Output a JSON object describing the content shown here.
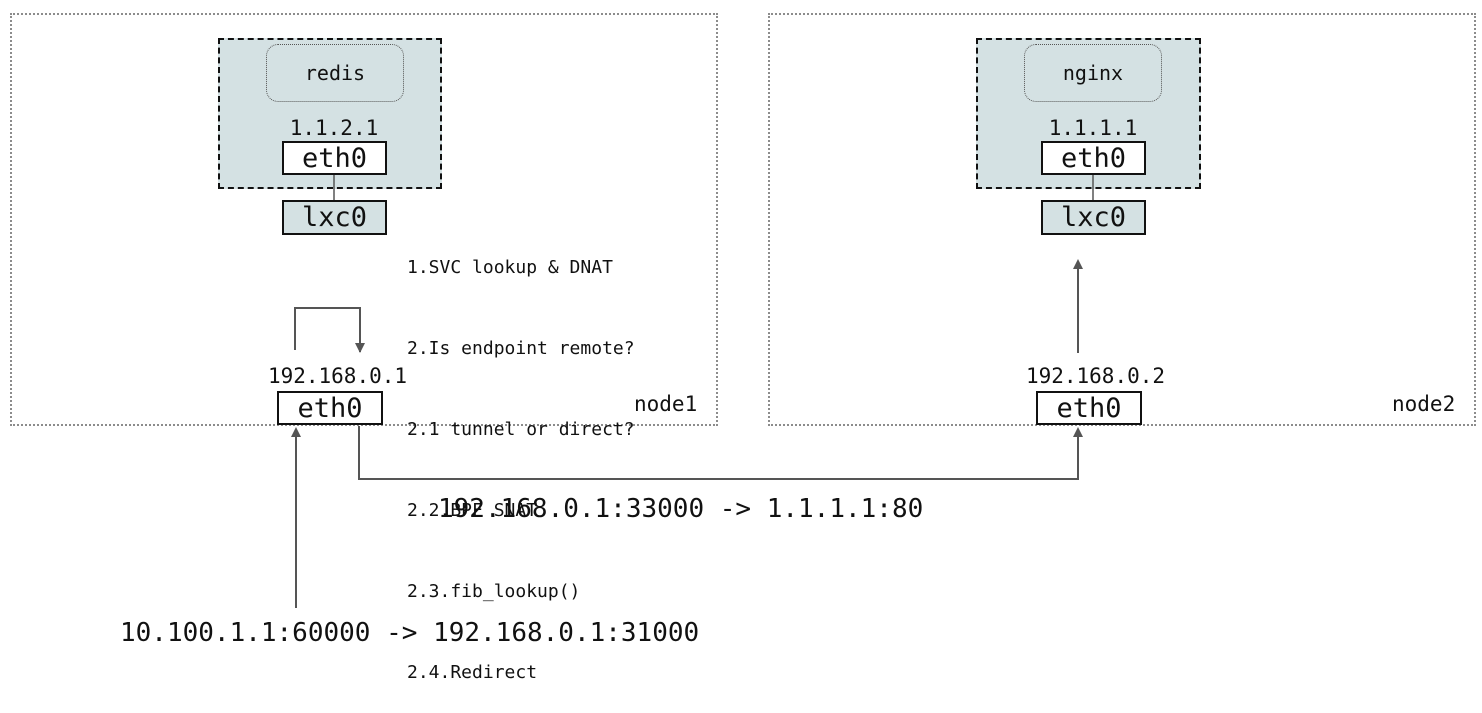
{
  "nodes": [
    {
      "label": "node1",
      "container": "redis",
      "pod_ip": "1.1.2.1",
      "pod_iface": "eth0",
      "veth": "lxc0",
      "host_ip": "192.168.0.1",
      "host_iface": "eth0"
    },
    {
      "label": "node2",
      "container": "nginx",
      "pod_ip": "1.1.1.1",
      "pod_iface": "eth0",
      "veth": "lxc0",
      "host_ip": "192.168.0.2",
      "host_iface": "eth0"
    }
  ],
  "steps": [
    "1.SVC lookup & DNAT",
    "2.Is endpoint remote?",
    "2.1 tunnel or direct?",
    "2.2.BPF SNAT",
    "2.3.fib_lookup()",
    "2.4.Redirect"
  ],
  "flows": {
    "node_to_node": "192.168.0.1:33000 -> 1.1.1.1:80",
    "external_in": "10.100.1.1:60000 -> 192.168.0.1:31000"
  },
  "colors": {
    "pod_fill": "#d4e1e3",
    "arrow": "#555555",
    "node_border": "#8c8c8c"
  }
}
